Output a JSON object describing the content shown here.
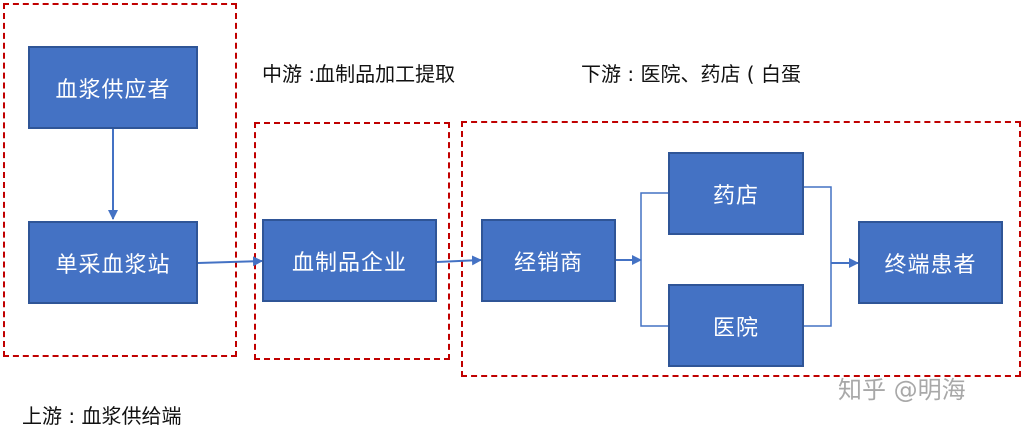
{
  "diagram": {
    "captions": {
      "upstream": "上游 : 血浆供给端",
      "midstream": "中游 :血制品加工提取",
      "downstream": "下游 : 医院、药店 ( 白蛋"
    },
    "nodes": {
      "plasma_donor": "血浆供应者",
      "plasma_station": "单采血浆站",
      "blood_product_company": "血制品企业",
      "distributor": "经销商",
      "pharmacy": "药店",
      "hospital": "医院",
      "end_patient": "终端患者"
    },
    "watermark": "知乎 @明海",
    "colors": {
      "node_fill": "#4472c4",
      "node_border": "#2f5597",
      "node_text": "#ffffff",
      "group_frame": "#c00000",
      "arrow": "#4472c4"
    }
  }
}
